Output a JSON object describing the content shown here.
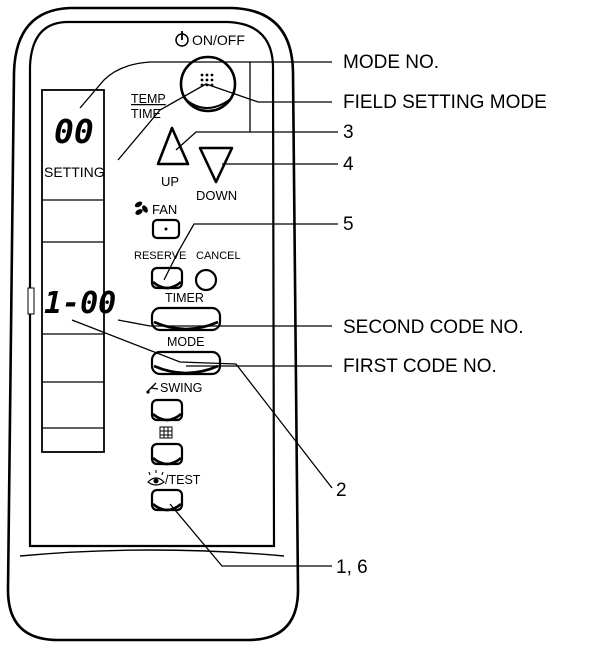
{
  "remote": {
    "power_label": "ON/OFF",
    "temp_label": "TEMP",
    "time_label": "TIME",
    "display_top": "00",
    "display_setting": "SETTING",
    "display_code": "1-00",
    "up_label": "UP",
    "down_label": "DOWN",
    "fan_label": "FAN",
    "reserve_label": "RESERVE",
    "cancel_label": "CANCEL",
    "timer_label": "TIMER",
    "mode_label": "MODE",
    "swing_label": "SWING",
    "test_label": "/TEST"
  },
  "callouts": {
    "mode_no": "MODE NO.",
    "field_setting_mode": "FIELD SETTING MODE",
    "c3": "3",
    "c4": "4",
    "c5": "5",
    "second_code_no": "SECOND CODE NO.",
    "first_code_no": "FIRST CODE NO.",
    "c2": "2",
    "c16": "1, 6"
  },
  "icons": {
    "power": "power-icon",
    "fan": "fan-icon",
    "swing": "swing-icon",
    "grid": "grid-icon",
    "eye": "eye-icon",
    "up": "up-triangle-icon",
    "down": "down-triangle-icon"
  }
}
